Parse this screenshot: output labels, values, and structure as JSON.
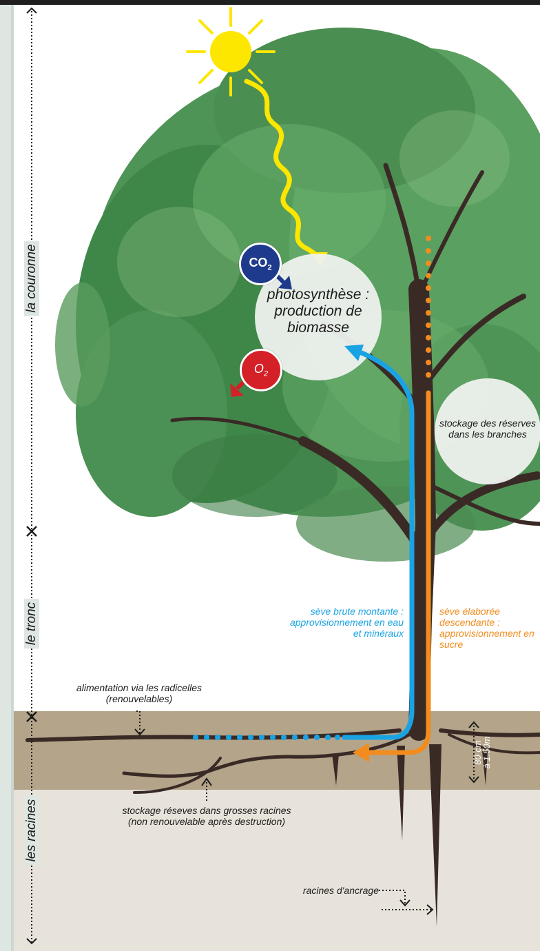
{
  "scale_labels": {
    "crown": "la couronne",
    "trunk": "le tronc",
    "roots": "les racines"
  },
  "bubbles": {
    "photosynthesis": "photosynthèse : production de biomasse",
    "storage_branches": "stockage des réserves dans les branches"
  },
  "gases": {
    "co2_main": "CO",
    "co2_sub": "2",
    "o2_main": "O",
    "o2_sub": "2"
  },
  "labels": {
    "raw_sap": "sève brute montante : approvisionnement en eau et minéraux",
    "elaborated_sap": "sève élaborée descendante : approvisionnement en sucre",
    "rootlets_line1": "alimentation via les radicelles",
    "rootlets_line2": "(renouvelables)",
    "big_roots_line1": "stockage réseves dans grosses racines",
    "big_roots_line2": "(non renouvelable après destruction)",
    "anchor_roots": "racines d'ancrage",
    "depth_line1": "80 cm",
    "depth_line2": "à 1.50m"
  },
  "colors": {
    "raw_sap": "#1aa3e3",
    "elaborated_sap": "#f28c1e",
    "sun": "#fde600",
    "co2": "#1e3a8c",
    "o2": "#d42027",
    "soil_top": "#b3a48a",
    "soil_bottom": "#e7e2da",
    "trunk": "#3a2a26",
    "left_band": "#dde6e1"
  }
}
